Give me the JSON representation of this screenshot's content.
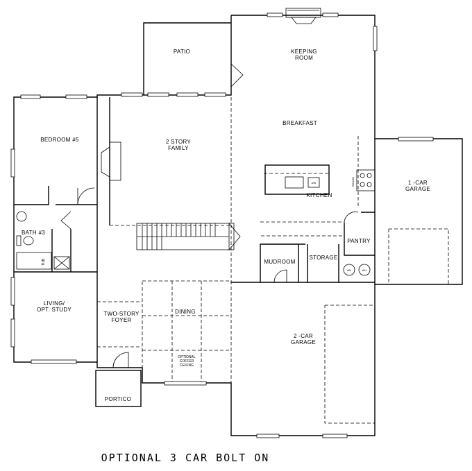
{
  "rooms": {
    "patio": "PATIO",
    "keeping_room": [
      "KEEPING",
      "ROOM"
    ],
    "breakfast": "BREAKFAST",
    "bedroom5": "BEDROOM #5",
    "family": [
      "2 STORY",
      "FAMILY"
    ],
    "one_car_garage": [
      "1 -CAR",
      "GARAGE"
    ],
    "kitchen": "KITCHEN",
    "range": "RANGE",
    "dw": "DW",
    "bath3": "BATH #3",
    "pantry": "PANTRY",
    "mudroom": "MUDROOM",
    "storage": "STORAGE",
    "living": [
      "LIVING/",
      "OPT. STUDY"
    ],
    "foyer": [
      "TWO-STORY",
      "FOYER"
    ],
    "dining": "DINING",
    "coffer": [
      "OPTIONAL",
      "COFFER",
      "CEILING"
    ],
    "two_car_garage": [
      "2 -CAR",
      "GARAGE"
    ],
    "portico": "PORTICO",
    "water_heater_1": "WH",
    "water_heater_2": "WH",
    "tub": "TUB"
  },
  "caption": "OPTIONAL 3 CAR BOLT ON"
}
